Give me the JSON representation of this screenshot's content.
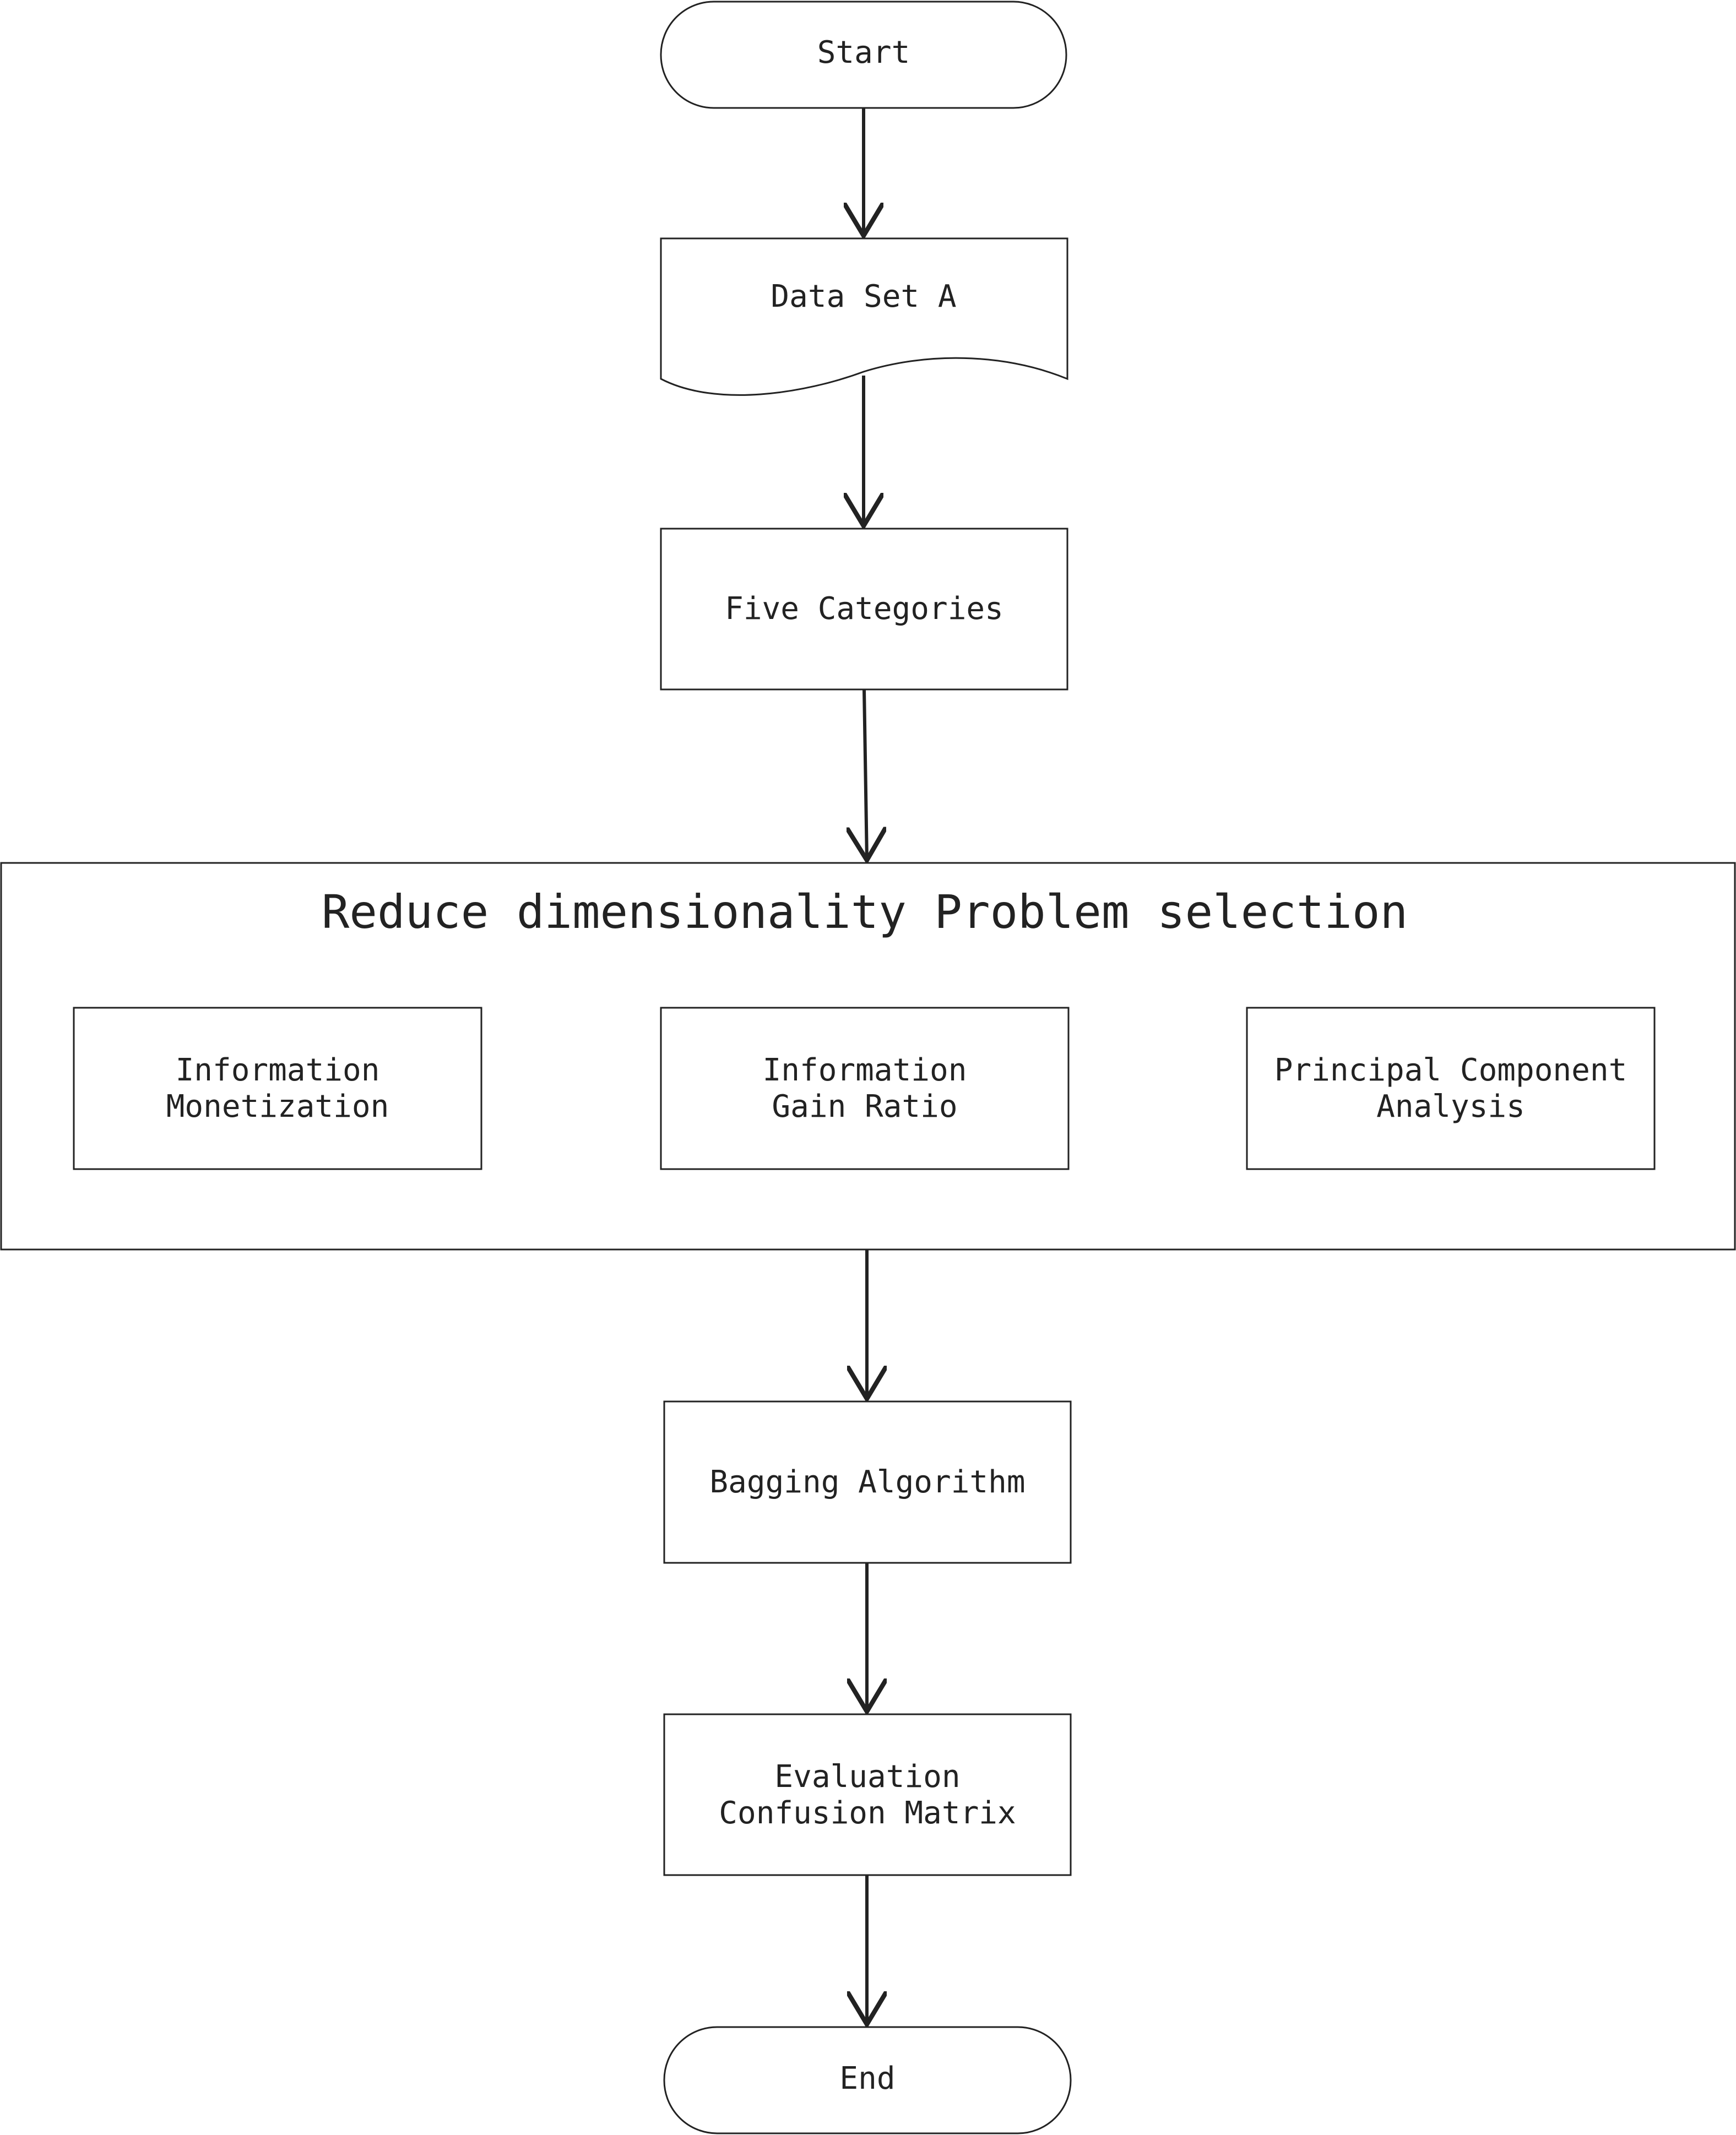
{
  "flowchart": {
    "start": "Start",
    "dataset": "Data Set A",
    "categories": "Five Categories",
    "reduce": {
      "title": "Reduce dimensionality Problem selection",
      "methods": [
        {
          "line1": "Information",
          "line2": "Monetization"
        },
        {
          "line1": "Information",
          "line2": "Gain Ratio"
        },
        {
          "line1": "Principal Component",
          "line2": "Analysis"
        }
      ]
    },
    "bagging": "Bagging Algorithm",
    "evaluation": {
      "line1": "Evaluation",
      "line2": "Confusion Matrix"
    },
    "end": "End"
  },
  "colors": {
    "stroke": "#222222",
    "background": "#ffffff"
  }
}
